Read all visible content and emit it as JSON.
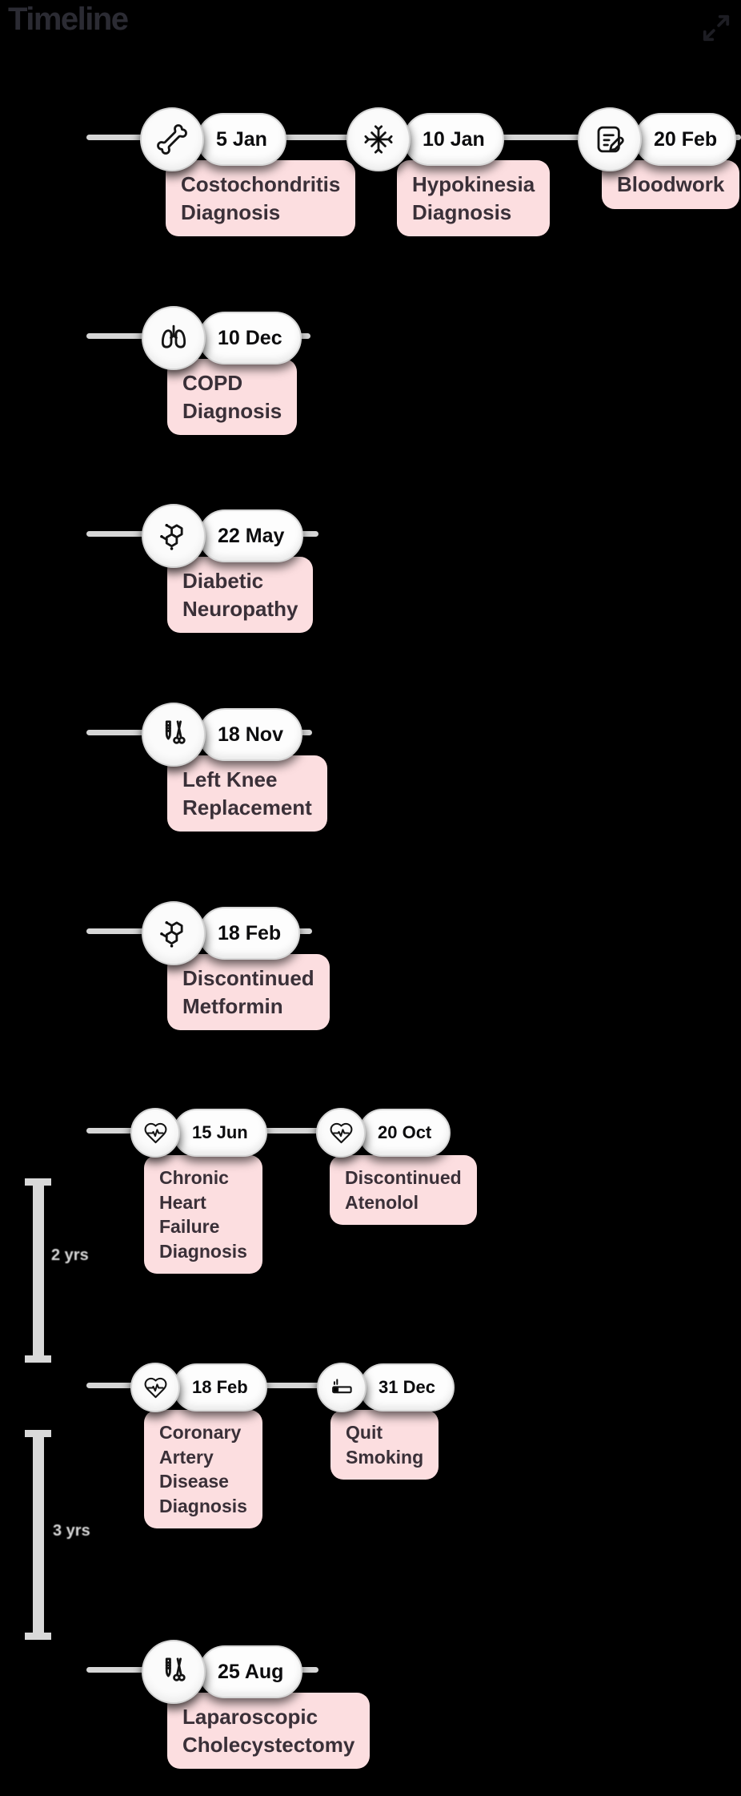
{
  "header": {
    "title": "Timeline",
    "expand_icon": "maximize"
  },
  "colors": {
    "background": "#000000",
    "timeline_line": "#d6d6d6",
    "node_fill": "#fbfbfb",
    "pill_fill": "#fdfdfd",
    "label_fill": "#fcdee0",
    "label_text": "#3a3038",
    "date_text": "#0c0c0e",
    "title_text": "#2b2b33",
    "bracket": "#d9d9d9"
  },
  "rows": [
    {
      "events": [
        {
          "icon": "bone",
          "date": "5 Jan",
          "label": "Costochondritis Diagnosis"
        },
        {
          "icon": "neuron",
          "date": "10 Jan",
          "label": "Hypokinesia Diagnosis"
        },
        {
          "icon": "lab-report",
          "date": "20 Feb",
          "label": "Bloodwork"
        }
      ]
    },
    {
      "events": [
        {
          "icon": "lungs",
          "date": "10 Dec",
          "label": "COPD Diagnosis"
        }
      ]
    },
    {
      "events": [
        {
          "icon": "molecule",
          "date": "22 May",
          "label": "Diabetic Neuropathy"
        }
      ]
    },
    {
      "events": [
        {
          "icon": "surgical-tools",
          "date": "18 Nov",
          "label": "Left Knee Replacement"
        }
      ]
    },
    {
      "events": [
        {
          "icon": "molecule",
          "date": "18 Feb",
          "label": "Discontinued Metformin"
        }
      ]
    },
    {
      "events": [
        {
          "icon": "heart-pulse",
          "date": "15 Jun",
          "label": "Chronic Heart Failure Diagnosis"
        },
        {
          "icon": "heart-pulse",
          "date": "20 Oct",
          "label": "Discontinued Atenolol"
        }
      ]
    },
    {
      "events": [
        {
          "icon": "heart-pulse",
          "date": "18 Feb",
          "label": "Coronary Artery Disease Diagnosis"
        },
        {
          "icon": "cigarette",
          "date": "31 Dec",
          "label": "Quit Smoking"
        }
      ]
    },
    {
      "events": [
        {
          "icon": "surgical-tools",
          "date": "25 Aug",
          "label": "Laparoscopic Cholecystectomy"
        }
      ]
    }
  ],
  "gaps": [
    {
      "label": "2 yrs"
    },
    {
      "label": "3 yrs"
    }
  ]
}
